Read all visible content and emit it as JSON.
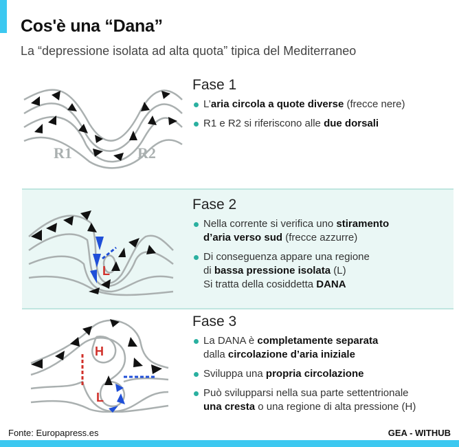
{
  "header": {
    "title": "Cos'è una “Dana”",
    "subtitle": "La “depressione isolata ad alta quota” tipica del Mediterraneo"
  },
  "colors": {
    "accent": "#3cc8f0",
    "panel": "#eaf7f5",
    "bullet": "#2ab0a0",
    "arrow_blue": "#1f4fd8",
    "marker_red": "#d0302a"
  },
  "phases": [
    {
      "title": "Fase 1",
      "labels": {
        "r1": "R1",
        "r2": "R2"
      },
      "bullets": [
        [
          [
            {
              "t": "L’",
              "b": false
            },
            {
              "t": "aria circola a quote diverse",
              "b": true
            },
            {
              "t": " (frecce nere)",
              "b": false
            }
          ]
        ],
        [
          [
            {
              "t": "R1 e R2 si riferiscono alle ",
              "b": false
            },
            {
              "t": "due dorsali",
              "b": true
            }
          ]
        ]
      ]
    },
    {
      "title": "Fase 2",
      "labels": {
        "low": "L"
      },
      "bullets": [
        [
          [
            {
              "t": "Nella corrente si verifica uno ",
              "b": false
            },
            {
              "t": "stiramento",
              "b": true
            }
          ],
          [
            {
              "t": "d’aria verso sud",
              "b": true
            },
            {
              "t": " (frecce azzurre)",
              "b": false
            }
          ]
        ],
        [
          [
            {
              "t": "Di conseguenza appare una regione",
              "b": false
            }
          ],
          [
            {
              "t": "di ",
              "b": false
            },
            {
              "t": "bassa pressione isolata",
              "b": true
            },
            {
              "t": " (L)",
              "b": false
            }
          ],
          [
            {
              "t": "Si tratta della cosiddetta ",
              "b": false
            },
            {
              "t": "DANA",
              "b": true
            }
          ]
        ]
      ]
    },
    {
      "title": "Fase 3",
      "labels": {
        "high": "H",
        "low": "L"
      },
      "bullets": [
        [
          [
            {
              "t": "La DANA è ",
              "b": false
            },
            {
              "t": "completamente separata",
              "b": true
            }
          ],
          [
            {
              "t": "dalla ",
              "b": false
            },
            {
              "t": "circolazione d’aria iniziale",
              "b": true
            }
          ]
        ],
        [
          [
            {
              "t": "Sviluppa una ",
              "b": false
            },
            {
              "t": "propria circolazione",
              "b": true
            }
          ]
        ],
        [
          [
            {
              "t": "Può svilupparsi nella sua parte settentrionale",
              "b": false
            }
          ],
          [
            {
              "t": "una cresta",
              "b": true
            },
            {
              "t": " o una regione di alta pressione (H)",
              "b": false
            }
          ]
        ]
      ]
    }
  ],
  "footer": {
    "source": "Fonte: Europapress.es",
    "credit": "GEA - WITHUB"
  }
}
